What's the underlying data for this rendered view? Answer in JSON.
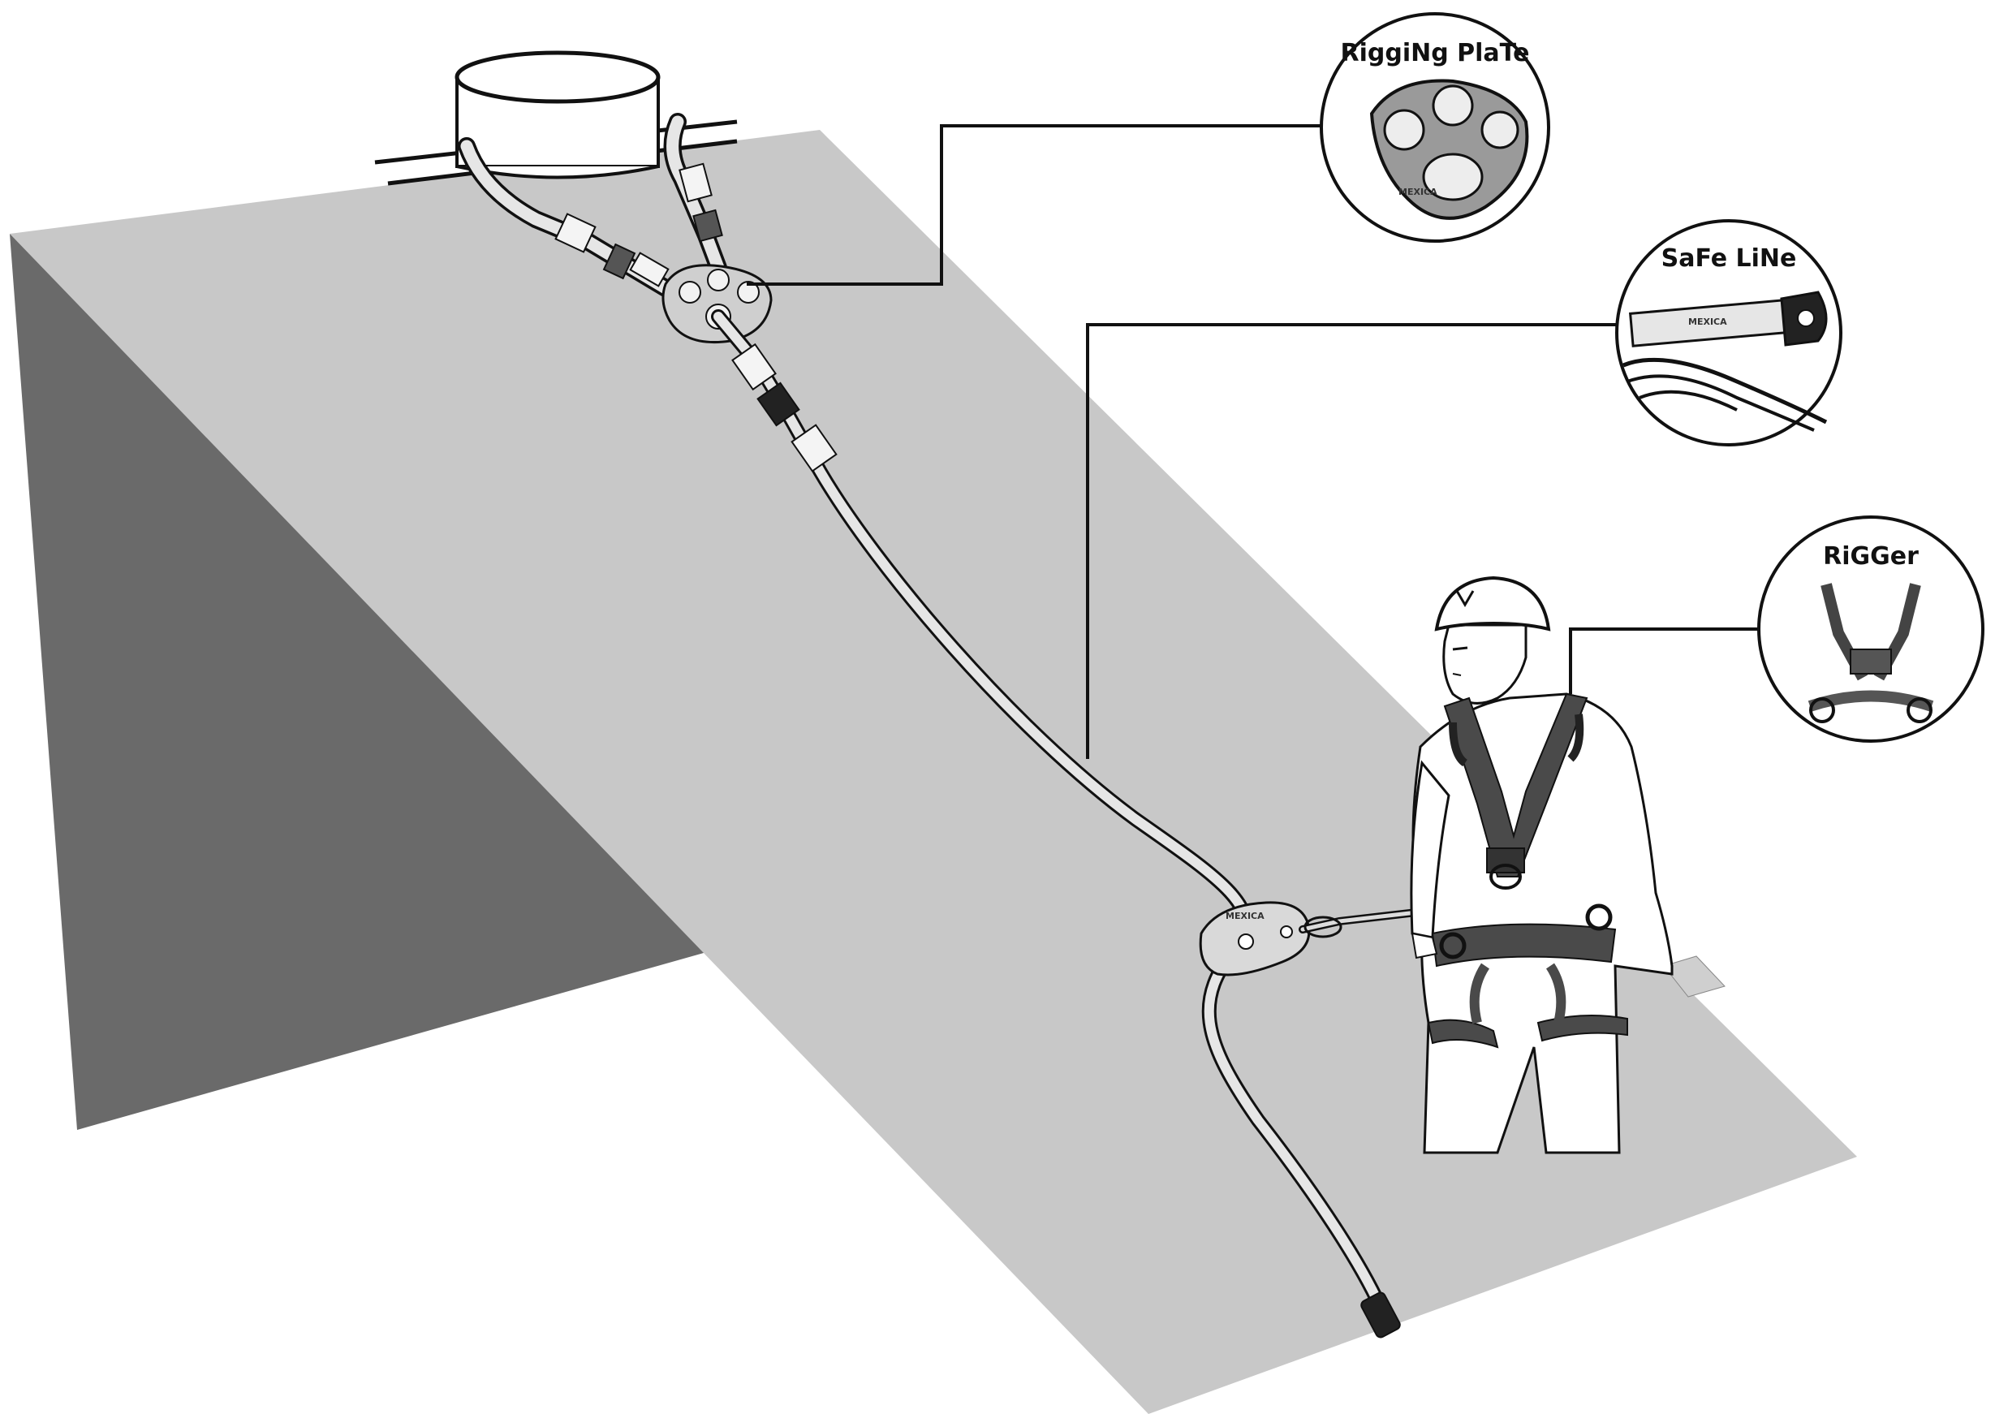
{
  "colors": {
    "background": "#ffffff",
    "slope": "#c8c8c8",
    "wall": "#6a6a6a",
    "ink": "#111111",
    "rope": "#e6e6e6"
  },
  "callouts": [
    {
      "id": "rigging-plate",
      "label": "RiggiNg PlaTe"
    },
    {
      "id": "safe-line",
      "label": "SaFe LiNe"
    },
    {
      "id": "rigger",
      "label": "RiGGer"
    }
  ],
  "markings": {
    "plate_brand": "MEXICA",
    "device_brand": "MEXICA",
    "rope_tag_brand": "MEXICA"
  }
}
